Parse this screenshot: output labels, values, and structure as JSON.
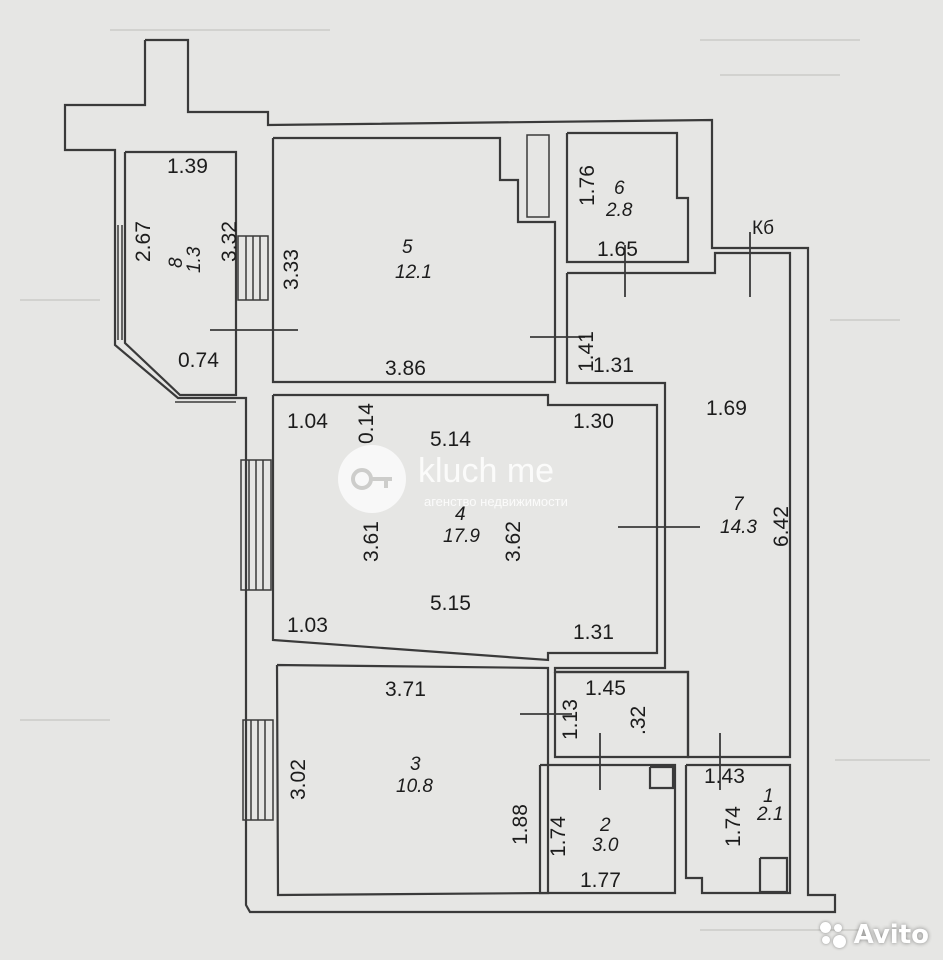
{
  "watermark": {
    "brand": "kluch me",
    "tagline": "агенство недвижимости",
    "avito": "Avito"
  },
  "colors": {
    "paper": "#e6e6e4",
    "ink": "#3a3a3a",
    "watermark": "#ffffff"
  },
  "rooms": [
    {
      "id": "8",
      "number": "8",
      "area": "1.3",
      "dims": [
        "1.39",
        "2.67",
        "3.32",
        "0.74"
      ]
    },
    {
      "id": "5",
      "number": "5",
      "area": "12.1",
      "dims": [
        "3.33",
        "3.86"
      ]
    },
    {
      "id": "6",
      "number": "6",
      "area": "2.8",
      "dims": [
        "1.76",
        "1.65"
      ]
    },
    {
      "id": "4",
      "number": "4",
      "area": "17.9",
      "dims": [
        "1.04",
        "0.14",
        "5.14",
        "1.30",
        "3.61",
        "3.62",
        "5.15",
        "1.03",
        "1.31"
      ]
    },
    {
      "id": "7",
      "number": "7",
      "area": "14.3",
      "dims": [
        "1.41",
        "1.31",
        "1.69",
        "6.42"
      ]
    },
    {
      "id": "3",
      "number": "3",
      "area": "10.8",
      "dims": [
        "3.71",
        "3.02",
        "1.88"
      ]
    },
    {
      "id": "hall",
      "dims": [
        "1.13",
        "1.45",
        ".32"
      ]
    },
    {
      "id": "2",
      "number": "2",
      "area": "3.0",
      "dims": [
        "1.74",
        "1.77"
      ]
    },
    {
      "id": "1",
      "number": "1",
      "area": "2.1",
      "dims": [
        "1.43",
        "1.74"
      ]
    }
  ],
  "markers": {
    "ventilation": "Кб"
  }
}
